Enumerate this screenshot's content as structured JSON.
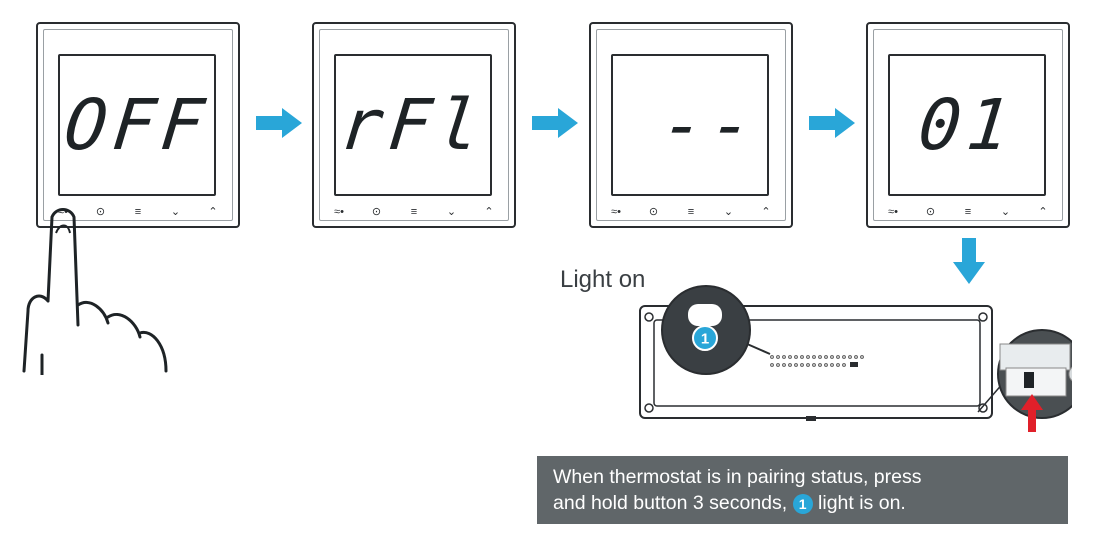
{
  "thermostats": [
    {
      "display": "OFF"
    },
    {
      "display": "rFl"
    },
    {
      "display": "--"
    },
    {
      "display": "01"
    }
  ],
  "buttons": {
    "wifi": "≈•",
    "power": "⊙",
    "menu": "≡",
    "down": "⌄",
    "up": "⌃"
  },
  "light_label": "Light on",
  "badge_number": "1",
  "caption": {
    "line1": "When thermostat is in pairing status, press",
    "line2_before": "and hold button 3 seconds,",
    "line2_after": "light is on."
  },
  "colors": {
    "arrow": "#29a6d8",
    "badge": "#29a6d8",
    "caption_bg": "#606669",
    "indicator_arrow": "#e0202a"
  }
}
